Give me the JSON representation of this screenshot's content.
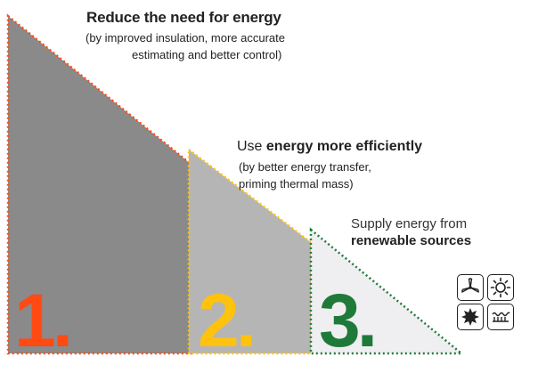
{
  "steps": [
    {
      "number": "1.",
      "title": "Reduce the need for energy",
      "detail_line1": "(by improved insulation, more accurate",
      "detail_line2": "estimating and better control)",
      "fill": "#8a8a8a",
      "border": "#ff4a14",
      "number_color": "#ff4a14"
    },
    {
      "number": "2.",
      "title_prefix": "Use ",
      "title_bold": "energy more efficiently",
      "detail_line1": "(by better energy transfer,",
      "detail_line2": "priming thermal mass)",
      "fill": "#b5b5b5",
      "border": "#ffc20e",
      "number_color": "#ffc20e"
    },
    {
      "number": "3.",
      "title_line1": "Supply energy from",
      "title_bold": "renewable sources",
      "fill": "#efeff2",
      "border": "#1f7a3a",
      "number_color": "#1f7a3a"
    }
  ],
  "icons": [
    "wind-turbine-icon",
    "sun-icon",
    "leaf-icon",
    "heat-exchanger-icon"
  ]
}
